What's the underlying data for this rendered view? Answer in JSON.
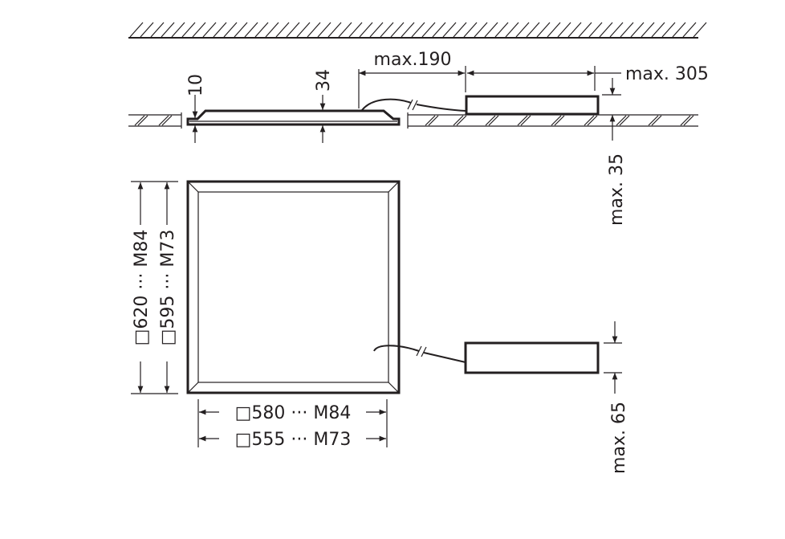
{
  "section_view": {
    "dim_flange_height": "10",
    "dim_body_height": "34",
    "dim_cable_length": "max.190",
    "dim_driver_length": "max. 305",
    "dim_driver_height": "max. 35"
  },
  "plan_view": {
    "dim_outer_height": "□620 ··· M84",
    "dim_inner_height": "□595 ··· M73",
    "dim_outer_width": "□580 ··· M84",
    "dim_inner_width": "□555 ··· M73",
    "dim_driver_width": "max. 65"
  }
}
